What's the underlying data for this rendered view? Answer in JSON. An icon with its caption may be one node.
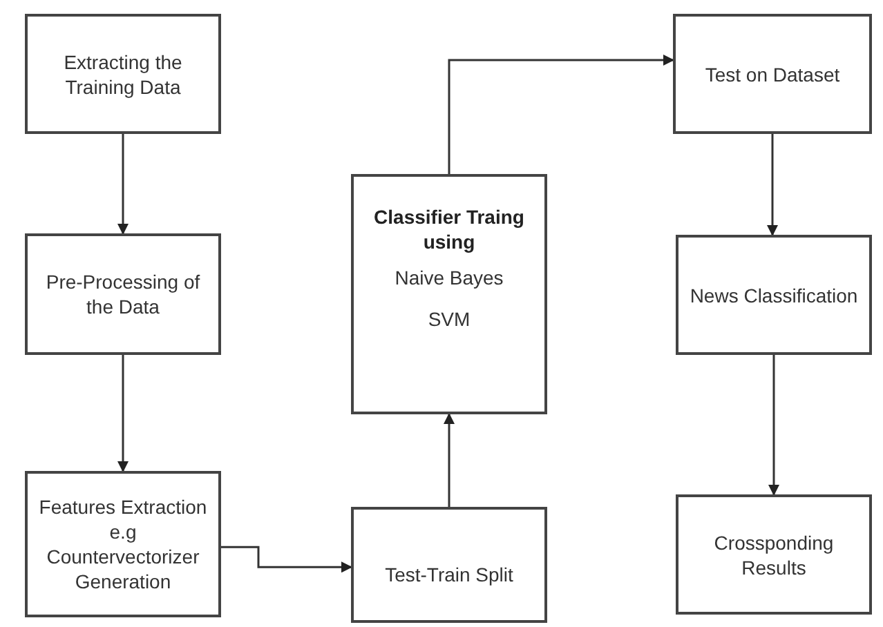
{
  "diagram": {
    "nodes": [
      {
        "text": [
          "Extracting the Training Data"
        ]
      },
      {
        "text": [
          "Pre-Processing of the Data"
        ]
      },
      {
        "text": [
          "Features Extraction  e.g Countervectorizer Generation"
        ]
      },
      {
        "text": [
          "Classifier Traing using",
          "Naive Bayes",
          "SVM"
        ]
      },
      {
        "text": [
          "Test-Train Split"
        ]
      },
      {
        "text": [
          "Test on Dataset"
        ]
      },
      {
        "text": [
          "News Classification"
        ]
      },
      {
        "text": [
          "Crossponding Results"
        ]
      }
    ],
    "edges": [
      {
        "from": 0,
        "to": 1,
        "arrow": "to"
      },
      {
        "from": 1,
        "to": 2,
        "arrow": "to"
      },
      {
        "from": 2,
        "to": 4,
        "arrow": "to"
      },
      {
        "from": 4,
        "to": 3,
        "arrow": "to"
      },
      {
        "from": 3,
        "to": 5,
        "arrow": "to"
      },
      {
        "from": 5,
        "to": 6,
        "arrow": "to"
      },
      {
        "from": 6,
        "to": 7,
        "arrow": "to"
      }
    ]
  }
}
